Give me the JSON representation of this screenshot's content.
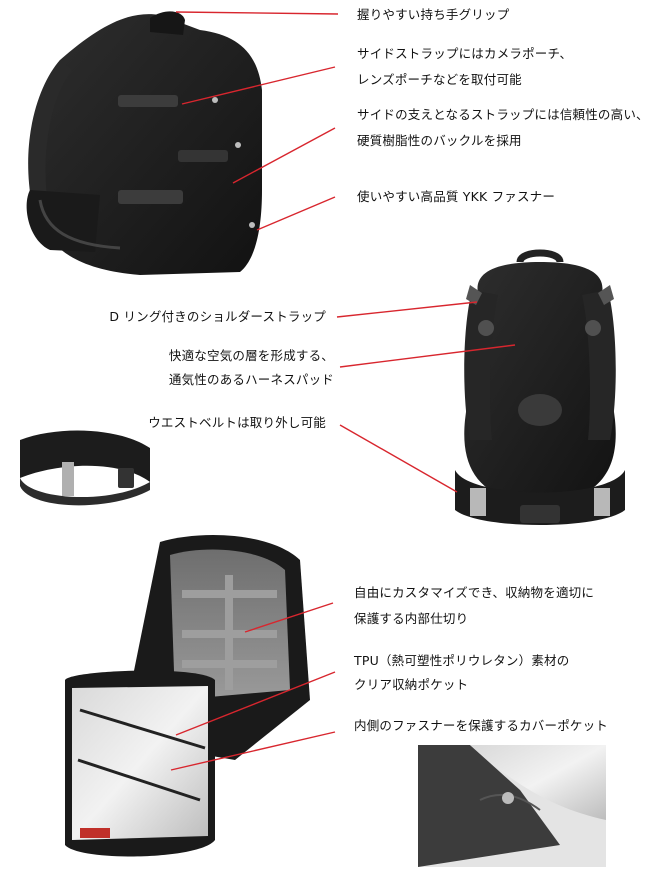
{
  "callouts": [
    {
      "id": "grip",
      "text": "握りやすい持ち手グリップ"
    },
    {
      "id": "side-strap",
      "line1": "サイドストラップにはカメラポーチ、",
      "line2": "レンズポーチなどを取付可能"
    },
    {
      "id": "buckle",
      "line1": "サイドの支えとなるストラップには信頼性の高い、",
      "line2": "硬質樹脂性のバックルを採用"
    },
    {
      "id": "zipper",
      "text": "使いやすい高品質 YKK ファスナー"
    },
    {
      "id": "d-ring",
      "text": "D リング付きのショルダーストラップ"
    },
    {
      "id": "harness",
      "line1": "快適な空気の層を形成する、",
      "line2": "通気性のあるハーネスパッド"
    },
    {
      "id": "waist-belt",
      "text": "ウエストベルトは取り外し可能"
    },
    {
      "id": "dividers",
      "line1": "自由にカスタマイズでき、収納物を適切に",
      "line2": "保護する内部仕切り"
    },
    {
      "id": "tpu",
      "line1": "TPU（熱可塑性ポリウレタン）素材の",
      "line2": "クリア収納ポケット"
    },
    {
      "id": "cover-pocket",
      "text": "内側のファスナーを保護するカバーポケット"
    }
  ],
  "colors": {
    "leader_line": "#d8262e",
    "bag": "#1c1c1c",
    "bag_light": "#3a3a3a",
    "divider": "#8d8d8d",
    "reflective": "#b9b9b9"
  },
  "images": [
    {
      "id": "backpack-side",
      "icon": "backpack-side-view"
    },
    {
      "id": "backpack-back",
      "icon": "backpack-back-view"
    },
    {
      "id": "waist-belt",
      "icon": "waist-belt"
    },
    {
      "id": "backpack-open",
      "icon": "backpack-open-interior"
    },
    {
      "id": "pocket-closeup",
      "icon": "cover-pocket-closeup"
    }
  ]
}
